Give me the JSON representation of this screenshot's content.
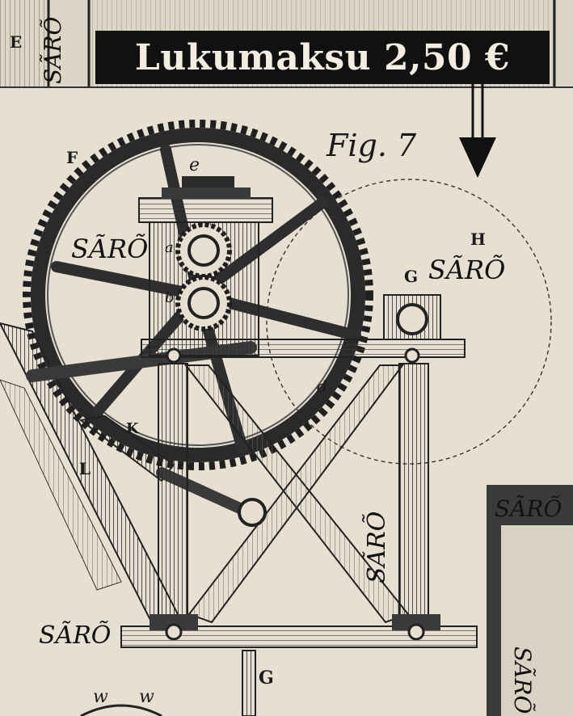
{
  "banner": {
    "price_text": "Lukumaksu 2,50 €"
  },
  "figure": {
    "caption": "Fig. 7"
  },
  "labels": {
    "e_top_left": "E",
    "f": "F",
    "e_small": "e",
    "a": "a",
    "b": "b",
    "h": "H",
    "g_right": "G",
    "d": "d",
    "k": "K",
    "l": "L",
    "g_bottom": "G",
    "w1": "w",
    "w2": "w"
  },
  "watermarks": [
    "SÃRÕ",
    "SÃRÕ",
    "SÃRÕ",
    "SÃRÕ",
    "SÃRÕ",
    "SÃRÕ",
    "SÃRÕ"
  ],
  "colors": {
    "paper": "#e6dfd2",
    "ink": "#1b1b1b",
    "banner_bg": "#111111",
    "banner_text": "#f2ece1"
  }
}
